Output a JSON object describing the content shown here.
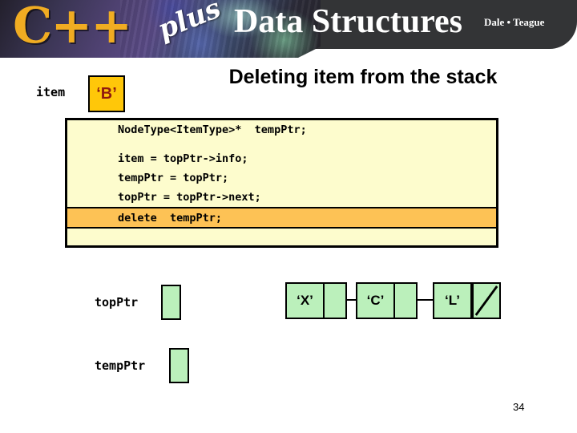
{
  "banner": {
    "logo_cpp": "C++",
    "logo_plus": "plus",
    "logo_title": "Data Structures",
    "authors": "Dale • Teague",
    "dark_color": "#333436",
    "accent_color": "#f0ac22"
  },
  "slide": {
    "title": "Deleting item from the stack",
    "page_number": "34"
  },
  "item_variable": {
    "label": "item",
    "value": "‘B’",
    "box_color": "#ffc709",
    "text_color": "#8f1a0f"
  },
  "code": {
    "background_color": "#fdfccd",
    "highlight_color": "#fdc255",
    "lines": [
      {
        "text": "NodeType<ItemType>*  tempPtr;",
        "highlighted": false
      },
      {
        "text": "",
        "highlighted": false
      },
      {
        "text": "item = topPtr->info;",
        "highlighted": false
      },
      {
        "text": "tempPtr = topPtr;",
        "highlighted": false
      },
      {
        "text": "topPtr = topPtr->next;",
        "highlighted": false
      },
      {
        "text": "delete  tempPtr;",
        "highlighted": true
      },
      {
        "text": "",
        "highlighted": false
      }
    ]
  },
  "diagram": {
    "node_color": "#bbf0bb",
    "pointers": [
      {
        "name": "topPtr",
        "value": ""
      },
      {
        "name": "tempPtr",
        "value": ""
      }
    ],
    "nodes": [
      {
        "info": "‘X’",
        "next": "node-2"
      },
      {
        "info": "‘C’",
        "next": "node-3"
      },
      {
        "info": "‘L’",
        "next": "null"
      }
    ]
  }
}
